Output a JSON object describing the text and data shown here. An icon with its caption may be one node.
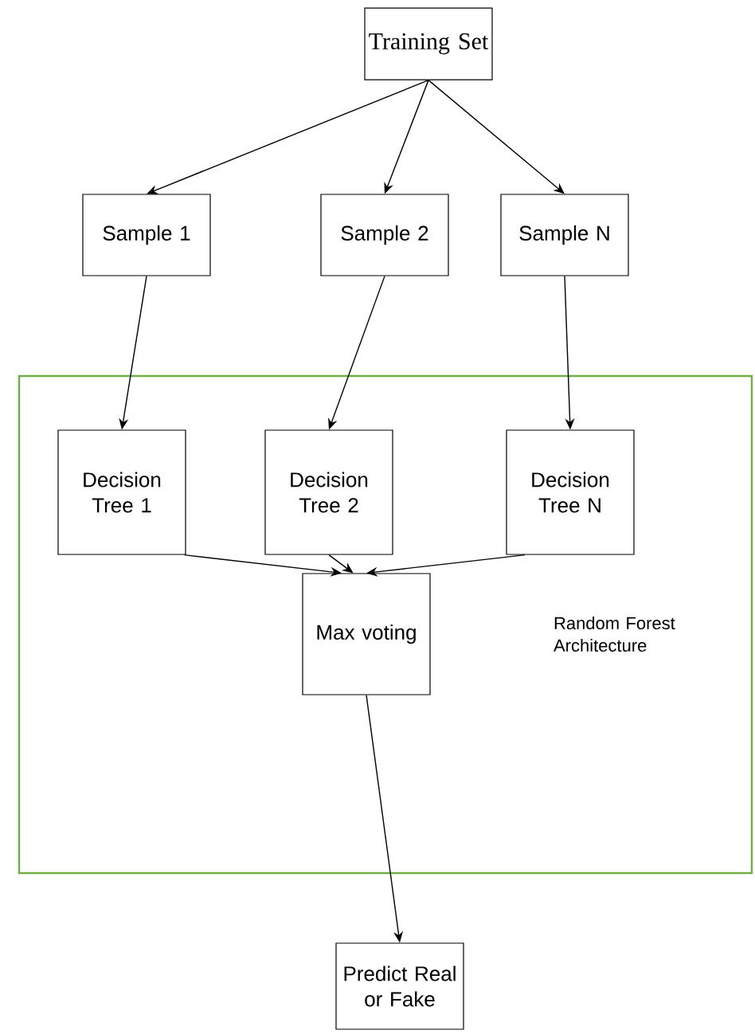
{
  "diagram": {
    "nodes": [
      {
        "text": [
          "Training Set"
        ]
      },
      {
        "text": [
          "Sample 1"
        ]
      },
      {
        "text": [
          "Sample 2"
        ]
      },
      {
        "text": [
          "Sample N"
        ]
      },
      {
        "text": [
          "Random Forest Architecture"
        ]
      },
      {
        "text": [
          "Decision Tree 1"
        ],
        "in": 4
      },
      {
        "text": [
          "Decision Tree 2"
        ],
        "in": 4
      },
      {
        "text": [
          "Decision Tree N"
        ],
        "in": 4
      },
      {
        "text": [
          "Max voting"
        ],
        "in": 4
      },
      {
        "text": [
          "Predict Real or Fake"
        ]
      }
    ],
    "edges": [
      {
        "from": 0,
        "to": 1,
        "arrow": "to"
      },
      {
        "from": 0,
        "to": 2,
        "arrow": "to"
      },
      {
        "from": 0,
        "to": 3,
        "arrow": "to"
      },
      {
        "from": 1,
        "to": 5,
        "arrow": "to"
      },
      {
        "from": 2,
        "to": 6,
        "arrow": "to"
      },
      {
        "from": 3,
        "to": 7,
        "arrow": "to"
      },
      {
        "from": 5,
        "to": 8,
        "arrow": "to"
      },
      {
        "from": 6,
        "to": 8,
        "arrow": "to"
      },
      {
        "from": 7,
        "to": 8,
        "arrow": "to"
      },
      {
        "from": 8,
        "to": 9,
        "arrow": "to"
      }
    ]
  }
}
